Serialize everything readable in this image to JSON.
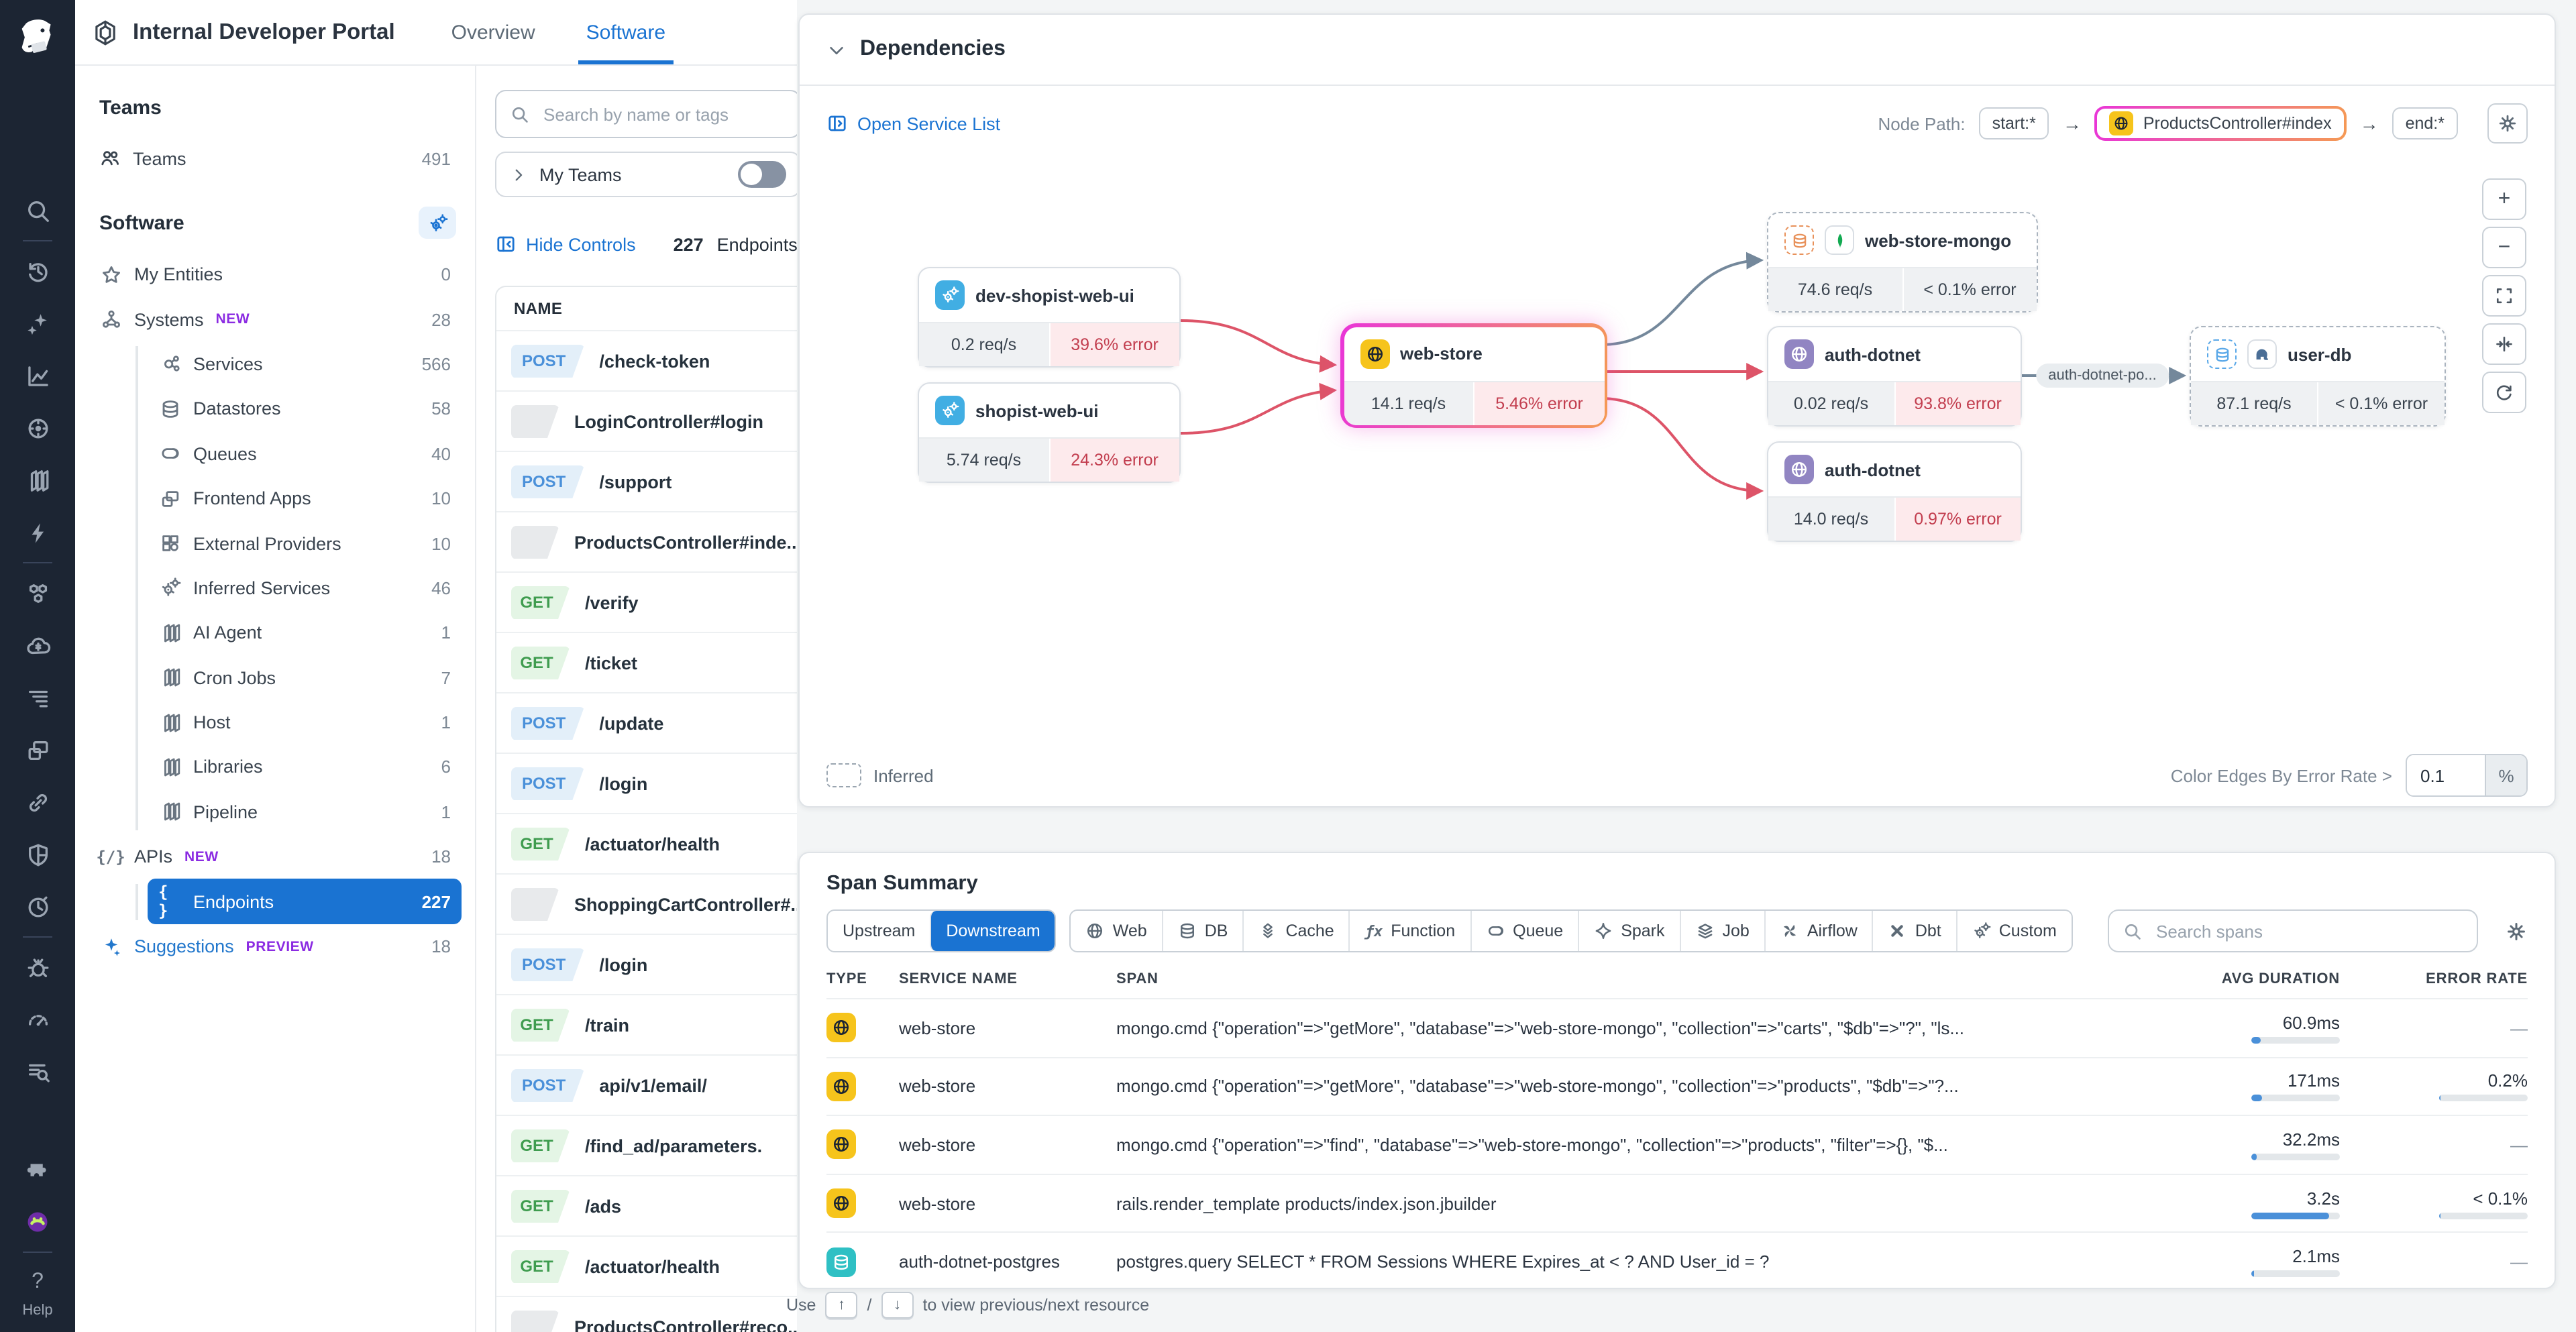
{
  "header": {
    "title": "Internal Developer Portal",
    "tabs": [
      {
        "label": "Overview",
        "active": false
      },
      {
        "label": "Software",
        "active": true
      }
    ]
  },
  "rail": {
    "groups": [
      [
        "search-icon"
      ],
      [
        "history-icon",
        "sparkles-icon",
        "metrics-icon",
        "apm-icon",
        "traces-icon",
        "bolt-icon"
      ],
      [
        "service-catalog-icon",
        "cloud-cost-icon",
        "logs-icon",
        "frontend-icon",
        "integrations-icon",
        "security-icon",
        "synthetics-icon"
      ],
      [
        "bug-icon",
        "profiling-icon",
        "audit-icon"
      ]
    ],
    "bottom": [
      "plugin-icon",
      "bits-ai-icon"
    ],
    "help_label": "Help"
  },
  "nav": {
    "teams_heading": "Teams",
    "teams_item": {
      "label": "Teams",
      "count": "491"
    },
    "software_heading": "Software",
    "items": [
      {
        "label": "My Entities",
        "count": "0",
        "icon": "star",
        "indent": 0
      },
      {
        "label": "Systems",
        "count": "28",
        "badge": "NEW",
        "icon": "systems",
        "indent": 0
      },
      {
        "label": "Services",
        "count": "566",
        "icon": "services",
        "indent": 1
      },
      {
        "label": "Datastores",
        "count": "58",
        "icon": "db",
        "indent": 1
      },
      {
        "label": "Queues",
        "count": "40",
        "icon": "queue",
        "indent": 1
      },
      {
        "label": "Frontend Apps",
        "count": "10",
        "icon": "frontend",
        "indent": 1
      },
      {
        "label": "External Providers",
        "count": "10",
        "icon": "grid",
        "indent": 1
      },
      {
        "label": "Inferred Services",
        "count": "46",
        "icon": "gears",
        "indent": 1
      },
      {
        "label": "AI Agent",
        "count": "1",
        "icon": "stack",
        "indent": 1
      },
      {
        "label": "Cron Jobs",
        "count": "7",
        "icon": "stack",
        "indent": 1
      },
      {
        "label": "Host",
        "count": "1",
        "icon": "stack",
        "indent": 1
      },
      {
        "label": "Libraries",
        "count": "6",
        "icon": "stack",
        "indent": 1
      },
      {
        "label": "Pipeline",
        "count": "1",
        "icon": "stack",
        "indent": 1
      },
      {
        "label": "APIs",
        "count": "18",
        "badge": "NEW",
        "icon": "apis",
        "indent": 0
      },
      {
        "label": "Endpoints",
        "count": "227",
        "icon": "braces",
        "indent": 1,
        "selected": true
      },
      {
        "label": "Suggestions",
        "count": "18",
        "badge": "PREVIEW",
        "icon": "sparkle",
        "indent": 0,
        "accent": true
      }
    ]
  },
  "list": {
    "search_placeholder": "Search by name or tags",
    "my_teams_label": "My Teams",
    "hide_controls_label": "Hide Controls",
    "count_value": "227",
    "count_label": "Endpoints",
    "column_header": "NAME",
    "rows": [
      {
        "method": "POST",
        "name": "/check-token"
      },
      {
        "method": "",
        "name": "LoginController#login"
      },
      {
        "method": "POST",
        "name": "/support"
      },
      {
        "method": "",
        "name": "ProductsController#inde..."
      },
      {
        "method": "GET",
        "name": "/verify"
      },
      {
        "method": "GET",
        "name": "/ticket"
      },
      {
        "method": "POST",
        "name": "/update"
      },
      {
        "method": "POST",
        "name": "/login"
      },
      {
        "method": "GET",
        "name": "/actuator/health"
      },
      {
        "method": "",
        "name": "ShoppingCartController#..."
      },
      {
        "method": "POST",
        "name": "/login"
      },
      {
        "method": "GET",
        "name": "/train"
      },
      {
        "method": "POST",
        "name": "api/v1/email/"
      },
      {
        "method": "GET",
        "name": "/find_ad/parameters."
      },
      {
        "method": "GET",
        "name": "/ads"
      },
      {
        "method": "GET",
        "name": "/actuator/health"
      },
      {
        "method": "",
        "name": "ProductsController#reco..."
      }
    ]
  },
  "deps": {
    "title": "Dependencies",
    "open_service_list": "Open Service List",
    "node_path_label": "Node Path:",
    "node_path": {
      "start": "start:*",
      "middle": "ProductsController#index",
      "end": "end:*"
    },
    "edge_label": "auth-dotnet-po...",
    "inferred_label": "Inferred",
    "color_edges_label": "Color Edges By Error Rate >",
    "color_edges_value": "0.1",
    "color_edges_unit": "%",
    "nodes": [
      {
        "id": "dev",
        "name": "dev-shopist-web-ui",
        "req": "0.2 req/s",
        "err": "39.6% error",
        "flag": true,
        "icon": "gear-blue"
      },
      {
        "id": "shopist",
        "name": "shopist-web-ui",
        "req": "5.74 req/s",
        "err": "24.3% error",
        "flag": true,
        "icon": "gear-blue"
      },
      {
        "id": "webstore",
        "name": "web-store",
        "req": "14.1 req/s",
        "err": "5.46% error",
        "flag": true,
        "icon": "globe-yellow",
        "selected": true
      },
      {
        "id": "mongo",
        "name": "web-store-mongo",
        "req": "74.6 req/s",
        "err": "< 0.1% error",
        "flag": false,
        "icon": "db-orange-mongo",
        "inferred": true
      },
      {
        "id": "auth1",
        "name": "auth-dotnet",
        "req": "0.02 req/s",
        "err": "93.8% error",
        "flag": true,
        "icon": "globe-purple"
      },
      {
        "id": "userdb",
        "name": "user-db",
        "req": "87.1 req/s",
        "err": "< 0.1% error",
        "flag": false,
        "icon": "db-blue-postgres",
        "inferred": true
      },
      {
        "id": "auth2",
        "name": "auth-dotnet",
        "req": "14.0 req/s",
        "err": "0.97% error",
        "flag": true,
        "icon": "globe-purple"
      }
    ]
  },
  "spans": {
    "title": "Span Summary",
    "direction_tabs": [
      {
        "label": "Upstream",
        "active": false
      },
      {
        "label": "Downstream",
        "active": true
      }
    ],
    "type_tabs": [
      {
        "label": "Web",
        "icon": "globe"
      },
      {
        "label": "DB",
        "icon": "db"
      },
      {
        "label": "Cache",
        "icon": "cache"
      },
      {
        "label": "Function",
        "icon": "fx"
      },
      {
        "label": "Queue",
        "icon": "queue"
      },
      {
        "label": "Spark",
        "icon": "spark"
      },
      {
        "label": "Job",
        "icon": "job"
      },
      {
        "label": "Airflow",
        "icon": "airflow"
      },
      {
        "label": "Dbt",
        "icon": "dbt"
      },
      {
        "label": "Custom",
        "icon": "gears"
      }
    ],
    "search_placeholder": "Search spans",
    "columns": [
      "TYPE",
      "SERVICE NAME",
      "SPAN",
      "AVG DURATION",
      "ERROR RATE"
    ],
    "rows": [
      {
        "type": "web",
        "service": "web-store",
        "span": "mongo.cmd {\"operation\"=>\"getMore\", \"database\"=>\"web-store-mongo\", \"collection\"=>\"carts\", \"$db\"=>\"?\", \"ls...",
        "duration": "60.9ms",
        "duration_pct": 10,
        "error": "—",
        "error_bar": false
      },
      {
        "type": "web",
        "service": "web-store",
        "span": "mongo.cmd {\"operation\"=>\"getMore\", \"database\"=>\"web-store-mongo\", \"collection\"=>\"products\", \"$db\"=>\"?...",
        "duration": "171ms",
        "duration_pct": 12,
        "error": "0.2%",
        "error_bar": true
      },
      {
        "type": "web",
        "service": "web-store",
        "span": "mongo.cmd {\"operation\"=>\"find\", \"database\"=>\"web-store-mongo\", \"collection\"=>\"products\", \"filter\"=>{}, \"$...",
        "duration": "32.2ms",
        "duration_pct": 6,
        "error": "—",
        "error_bar": false
      },
      {
        "type": "web",
        "service": "web-store",
        "span": "rails.render_template products/index.json.jbuilder",
        "duration": "3.2s",
        "duration_pct": 88,
        "error": "< 0.1%",
        "error_bar": true
      },
      {
        "type": "db",
        "service": "auth-dotnet-postgres",
        "span": "postgres.query SELECT * FROM Sessions WHERE Expires_at < ? AND User_id = ?",
        "duration": "2.1ms",
        "duration_pct": 3,
        "error": "—",
        "error_bar": false
      }
    ],
    "footer_hint_pre": "Use",
    "footer_keys": [
      "↑",
      "↓"
    ],
    "footer_hint_post": "to view previous/next resource"
  }
}
